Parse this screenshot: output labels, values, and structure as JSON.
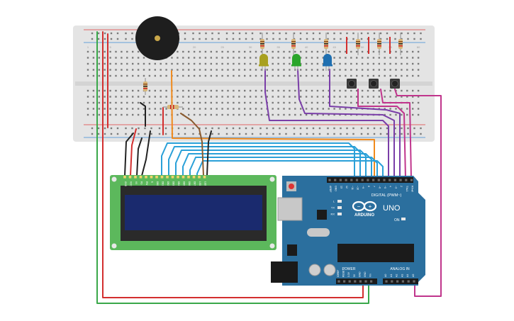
{
  "colors": {
    "breadboard": "#e4e4e4",
    "breadboard_hole": "#7a7a7a",
    "rail_red": "#e03a3a",
    "rail_blue": "#3a8ad6",
    "wire_red": "#d32f2f",
    "wire_black": "#222222",
    "wire_green": "#3aa84a",
    "wire_purple": "#7a3ea8",
    "wire_blue": "#2aa0d8",
    "wire_orange": "#f08a1c",
    "wire_magenta": "#c0358c",
    "wire_brown": "#8a5a2e",
    "lcd_pcb": "#5cb85c",
    "lcd_screen": "#1a2a6e",
    "arduino": "#2b6f9e",
    "led_yellow": "#a8a020",
    "led_green": "#2aa52a",
    "led_blue": "#1f6fb0"
  },
  "breadboard": {
    "column_labels_top": [
      "1",
      "5",
      "10",
      "15",
      "20",
      "25",
      "30",
      "35",
      "40",
      "45",
      "50",
      "55",
      "60"
    ]
  },
  "lcd": {
    "pin_labels": [
      "GND",
      "VCC",
      "V0",
      "RS",
      "RW",
      "E",
      "DB0",
      "DB1",
      "DB2",
      "DB3",
      "DB4",
      "DB5",
      "DB6",
      "DB7",
      "LED",
      "LED"
    ]
  },
  "arduino": {
    "brand": "ARDUINO",
    "model": "UNO",
    "digital_header_label": "DIGITAL (PWM~)",
    "digital_pins": [
      "AREF",
      "GND",
      "13",
      "12",
      "~11",
      "~10",
      "~9",
      "8",
      "7",
      "~6",
      "~5",
      "4",
      "~3",
      "2",
      "TX▸1",
      "RX◂0"
    ],
    "power_label": "POWER",
    "power_pins": [
      "IOREF",
      "RESET",
      "3.3V",
      "5V",
      "GND",
      "GND",
      "Vin"
    ],
    "analog_label": "ANALOG IN",
    "analog_pins": [
      "A0",
      "A1",
      "A2",
      "A3",
      "A4",
      "A5"
    ],
    "indicators": [
      "L",
      "TX",
      "RX"
    ],
    "on_label": "ON"
  }
}
